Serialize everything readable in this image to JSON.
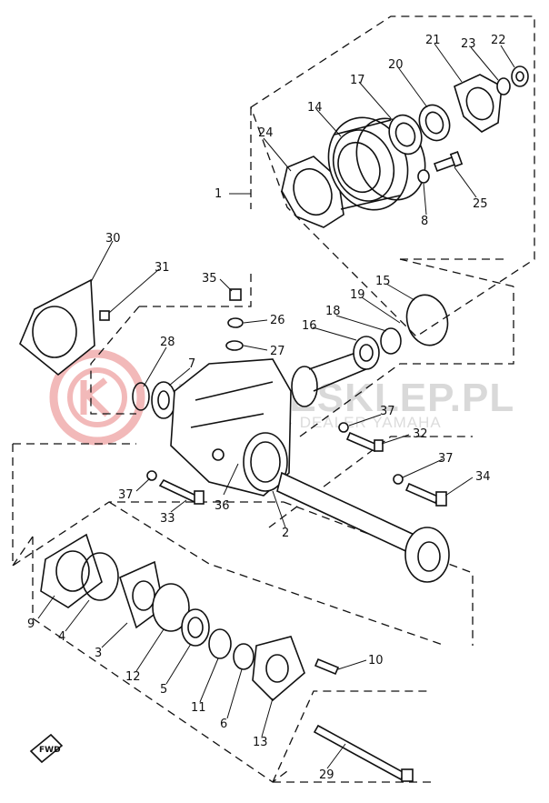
{
  "watermark": {
    "main_text": "WWW.ESKLEP.PL",
    "sub_text": "WORLDWIDE · DEALER YAMAHA",
    "logo_color": "#e88080",
    "text_color": "#d9d9d9"
  },
  "fwd_label": "FWD",
  "callouts": [
    {
      "id": "c1",
      "text": "1"
    },
    {
      "id": "c2",
      "text": "2"
    },
    {
      "id": "c3",
      "text": "3"
    },
    {
      "id": "c4",
      "text": "4"
    },
    {
      "id": "c5",
      "text": "5"
    },
    {
      "id": "c6",
      "text": "6"
    },
    {
      "id": "c7",
      "text": "7"
    },
    {
      "id": "c8",
      "text": "8"
    },
    {
      "id": "c9",
      "text": "9"
    },
    {
      "id": "c10",
      "text": "10"
    },
    {
      "id": "c11",
      "text": "11"
    },
    {
      "id": "c12",
      "text": "12"
    },
    {
      "id": "c13",
      "text": "13"
    },
    {
      "id": "c14",
      "text": "14"
    },
    {
      "id": "c15",
      "text": "15"
    },
    {
      "id": "c16",
      "text": "16"
    },
    {
      "id": "c17",
      "text": "17"
    },
    {
      "id": "c18",
      "text": "18"
    },
    {
      "id": "c19",
      "text": "19"
    },
    {
      "id": "c20",
      "text": "20"
    },
    {
      "id": "c21",
      "text": "21"
    },
    {
      "id": "c22",
      "text": "22"
    },
    {
      "id": "c23",
      "text": "23"
    },
    {
      "id": "c24",
      "text": "24"
    },
    {
      "id": "c25",
      "text": "25"
    },
    {
      "id": "c26",
      "text": "26"
    },
    {
      "id": "c27",
      "text": "27"
    },
    {
      "id": "c28",
      "text": "28"
    },
    {
      "id": "c29",
      "text": "29"
    },
    {
      "id": "c30",
      "text": "30"
    },
    {
      "id": "c31",
      "text": "31"
    },
    {
      "id": "c33",
      "text": "33"
    },
    {
      "id": "c32",
      "text": "32"
    },
    {
      "id": "c34",
      "text": "34"
    },
    {
      "id": "c35",
      "text": "35"
    },
    {
      "id": "c36",
      "text": "36"
    },
    {
      "id": "c37a",
      "text": "37"
    },
    {
      "id": "c37b",
      "text": "37"
    },
    {
      "id": "c37c",
      "text": "37"
    }
  ]
}
